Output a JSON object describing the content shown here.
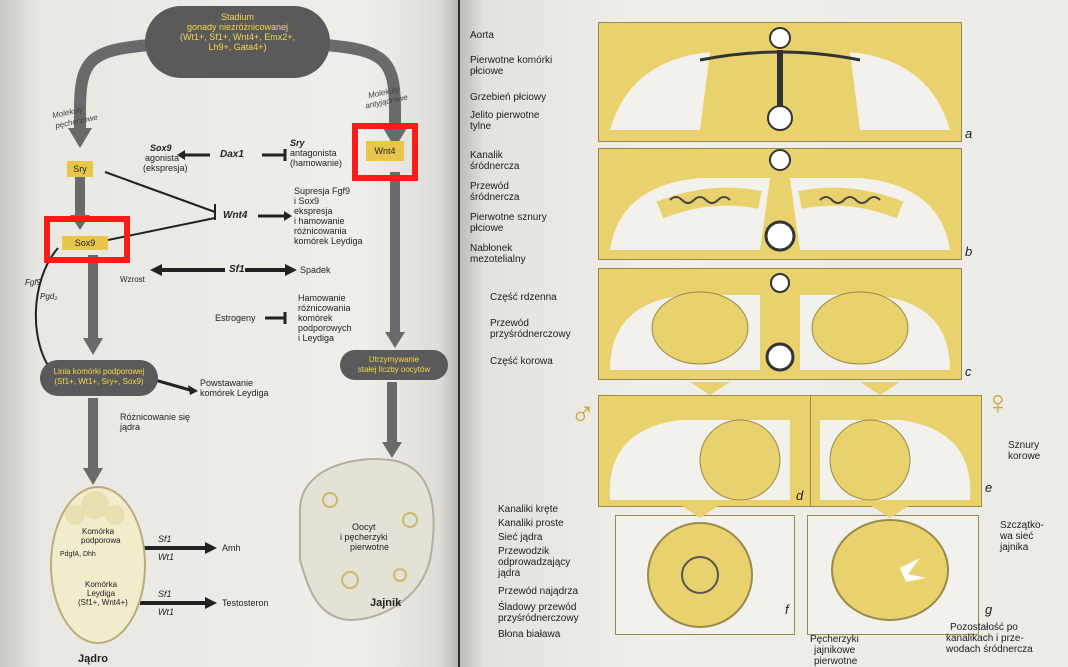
{
  "left": {
    "top_pill": [
      "Stadium",
      "gonady niezróżnicowanej",
      "(Wt1+, Sf1+, Wnt4+, Emx2+,",
      "Lh9+, Gata4+)"
    ],
    "arrow_left_label": [
      "Molekuły",
      "pęcherzowe"
    ],
    "arrow_right_label": [
      "Molekuły",
      "antyjądrowe"
    ],
    "sry": "Sry",
    "wnt4_box": "Wnt4",
    "sox9_box": "Sox9",
    "sox9_agonist": [
      "Sox9",
      "agonista",
      "(ekspresja)"
    ],
    "dax1": "Dax1",
    "sry_antagonist": [
      "Sry",
      "antagonista",
      "(hamowanie)"
    ],
    "wnt4_center": "Wnt4",
    "wnt4_effect": [
      "Supresja Fgf9",
      "i Sox9",
      "ekspresja",
      "i hamowanie",
      "różnicowania",
      "komórek Leydiga"
    ],
    "fgf9": "Fgf9",
    "pgd2": "Pgd₂",
    "wzrost": "Wzrost",
    "sf1": "Sf1",
    "spadek": "Spadek",
    "estrogeny": "Estrogeny",
    "estrogen_effect": [
      "Hamowanie",
      "różnicowania",
      "komórek",
      "podporowych",
      "i Leydiga"
    ],
    "support_line_pill": [
      "Linia komórki podporowej",
      "(Sf1+, Wt1+, Sry+, Sox9)"
    ],
    "leydig_formation": [
      "Powstawanie",
      "komórek Leydiga"
    ],
    "ovary_pill": [
      "Utrzymywanie",
      "stałej liczby oocytów"
    ],
    "differentiation": [
      "Różnicowanie się",
      "jądra"
    ],
    "support_cell": [
      "Komórka",
      "podporowa"
    ],
    "pdgfa": "PdgfA, Dhh",
    "leydig_cell": [
      "Komórka",
      "Leydiga",
      "(Sf1+, Wnt4+)"
    ],
    "sf1_a": "Sf1",
    "wt1_a": "Wt1",
    "amh": "Amh",
    "sf1_b": "Sf1",
    "wt1_b": "Wt1",
    "testosteron": "Testosteron",
    "oocyte_label": [
      "Oocyt",
      "i pęcherzyki",
      "pierwotne"
    ],
    "jajnik": "Jajnik",
    "jadro": "Jądro"
  },
  "right": {
    "a_labels": [
      "Aorta",
      "Pierwotne komórki",
      "płciowe",
      "Grzebień płciowy",
      "Jelito pierwotne",
      "tylne"
    ],
    "b_labels": [
      "Kanalik",
      "śródnercza",
      "Przewód",
      "śródnercza",
      "Pierwotne sznury",
      "płciowe",
      "Nabłonek",
      "mezotelialny"
    ],
    "c_labels": [
      "Część rdzenna",
      "Przewód",
      "przyśródnerczowy",
      "Część korowa"
    ],
    "e_right": [
      "Sznury",
      "korowe"
    ],
    "f_labels": [
      "Kanaliki kręte",
      "Kanaliki proste",
      "Sieć jądra",
      "Przewodzik",
      "odprowadzający",
      "jądra",
      "Przewód najądrza",
      "Śladowy przewód",
      "przyśródnerczowy",
      "Błona biaława"
    ],
    "g_top": [
      "Szczątko-",
      "wa sieć",
      "jajnika"
    ],
    "g_bottom_left": [
      "Pęcherzyki",
      "jajnikowe",
      "pierwotne"
    ],
    "g_bottom_right": [
      "Pozostałość po",
      "kanalikach i prze-",
      "wodach śródnercza"
    ],
    "panel_letters": [
      "a",
      "b",
      "c",
      "d",
      "e",
      "f",
      "g"
    ],
    "male_symbol": "♂",
    "female_symbol": "♀"
  },
  "colors": {
    "accent_red": "#ff1a1a",
    "yellow": "#e7c64a",
    "pill_gray": "#5a5a5a"
  }
}
